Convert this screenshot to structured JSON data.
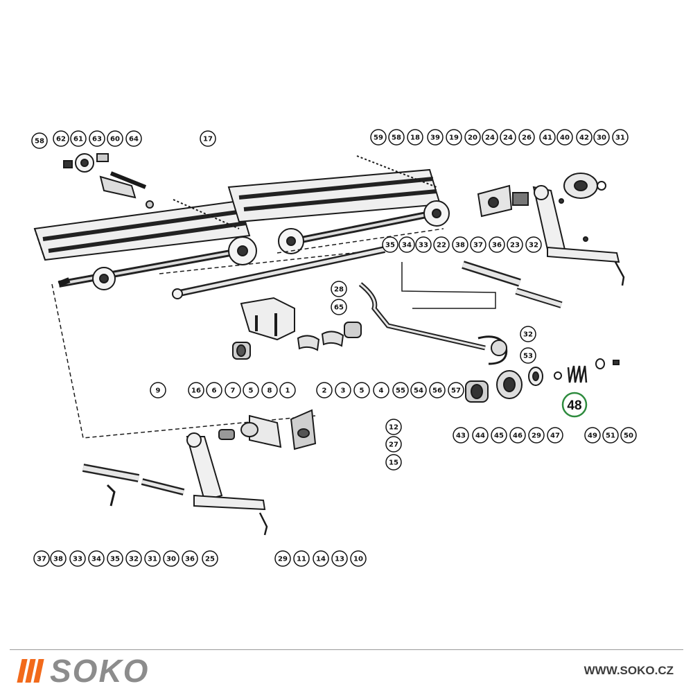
{
  "brand": {
    "name": "SOKO",
    "website": "WWW.SOKO.CZ",
    "accent_color": "#f26a1b",
    "text_color": "#8c8c8c"
  },
  "highlight": {
    "label": "48",
    "color": "#2e8b3e"
  },
  "callouts": [
    "58",
    "62",
    "61",
    "63",
    "60",
    "64",
    "17",
    "59",
    "58",
    "18",
    "39",
    "19",
    "20",
    "24",
    "24",
    "26",
    "41",
    "40",
    "42",
    "30",
    "31",
    "9",
    "16",
    "6",
    "7",
    "5",
    "8",
    "1",
    "2",
    "3",
    "5",
    "4",
    "55",
    "54",
    "56",
    "57",
    "43",
    "44",
    "45",
    "46",
    "29",
    "47",
    "49",
    "51",
    "50",
    "35",
    "34",
    "33",
    "38",
    "37",
    "36",
    "32",
    "28",
    "65",
    "22",
    "23",
    "32",
    "53",
    "12",
    "27",
    "15",
    "37",
    "38",
    "33",
    "34",
    "35",
    "32",
    "31",
    "30",
    "36",
    "25",
    "29",
    "11",
    "14",
    "13",
    "10"
  ]
}
